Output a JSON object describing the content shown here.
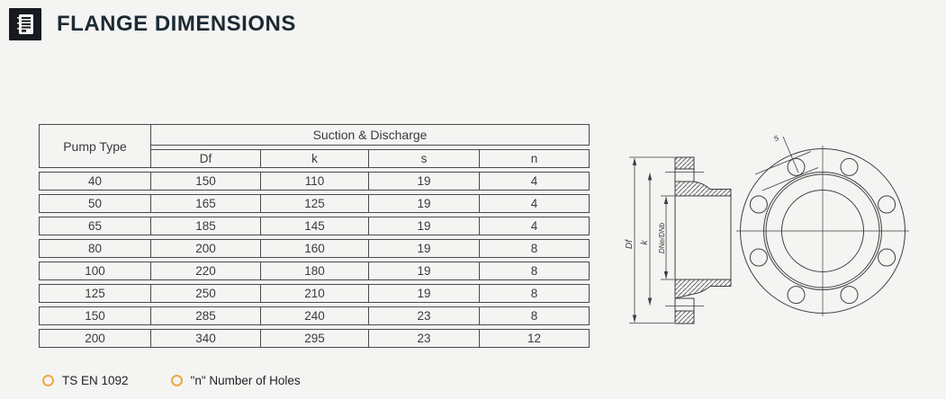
{
  "header": {
    "title": "FLANGE DIMENSIONS"
  },
  "table": {
    "corner_header": "Pump Type",
    "group_header": "Suction & Discharge",
    "sub_headers": [
      "Df",
      "k",
      "s",
      "n"
    ],
    "rows": [
      {
        "cells": [
          "40",
          "150",
          "110",
          "19",
          "4"
        ]
      },
      {
        "cells": [
          "50",
          "165",
          "125",
          "19",
          "4"
        ]
      },
      {
        "cells": [
          "65",
          "185",
          "145",
          "19",
          "4"
        ]
      },
      {
        "cells": [
          "80",
          "200",
          "160",
          "19",
          "8"
        ]
      },
      {
        "cells": [
          "100",
          "220",
          "180",
          "19",
          "8"
        ]
      },
      {
        "cells": [
          "125",
          "250",
          "210",
          "19",
          "8"
        ]
      },
      {
        "cells": [
          "150",
          "285",
          "240",
          "23",
          "8"
        ]
      },
      {
        "cells": [
          "200",
          "340",
          "295",
          "23",
          "12"
        ]
      }
    ]
  },
  "drawing": {
    "labels": {
      "df": "Df",
      "k": "k",
      "bore": "DNe/DNb",
      "s": "s"
    }
  },
  "footnotes": [
    {
      "label": "TS EN 1092"
    },
    {
      "label": "\"n\" Number of Holes"
    }
  ],
  "colors": {
    "accent": "#ECA944",
    "title": "#1C2A33",
    "line": "#3F3F3F",
    "table_border": "#4A4A4A",
    "icon_bg": "#171B1F",
    "background": "#F4F4F2"
  }
}
